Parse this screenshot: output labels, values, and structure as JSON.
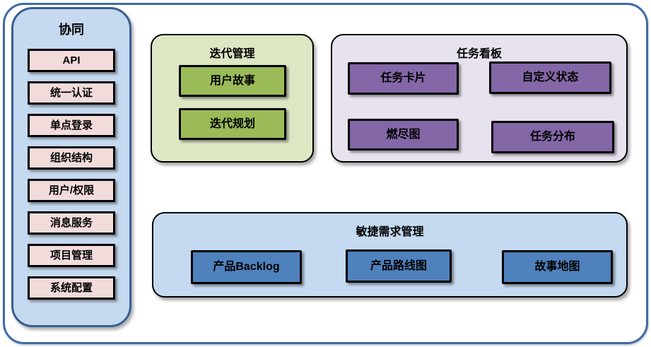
{
  "sidebar": {
    "title": "协同",
    "items": [
      "API",
      "统一认证",
      "单点登录",
      "组织结构",
      "用户/权限",
      "消息服务",
      "项目管理",
      "系统配置"
    ]
  },
  "groups": {
    "iteration": {
      "title": "迭代管理",
      "items": [
        "用户故事",
        "迭代规划"
      ]
    },
    "kanban": {
      "title": "任务看板",
      "items": [
        "任务卡片",
        "自定义状态",
        "燃尽图",
        "任务分布"
      ]
    },
    "agile": {
      "title": "敏捷需求管理",
      "items": [
        "产品Backlog",
        "产品路线图",
        "故事地图"
      ]
    }
  },
  "colors": {
    "frame_border": "#3f6ba5",
    "sidebar_bg": "#c5d9f1",
    "sidebar_border": "#365f91",
    "sidebar_item_bg": "#f2dcdb",
    "iteration_panel_bg": "#dde7c4",
    "iteration_item_bg": "#9bbb59",
    "kanban_panel_bg": "#e7e2ee",
    "kanban_item_bg": "#8467a7",
    "agile_panel_bg": "#c5d9f1",
    "agile_item_bg": "#4f81bd",
    "block_border": "#000000",
    "text": "#000000"
  }
}
